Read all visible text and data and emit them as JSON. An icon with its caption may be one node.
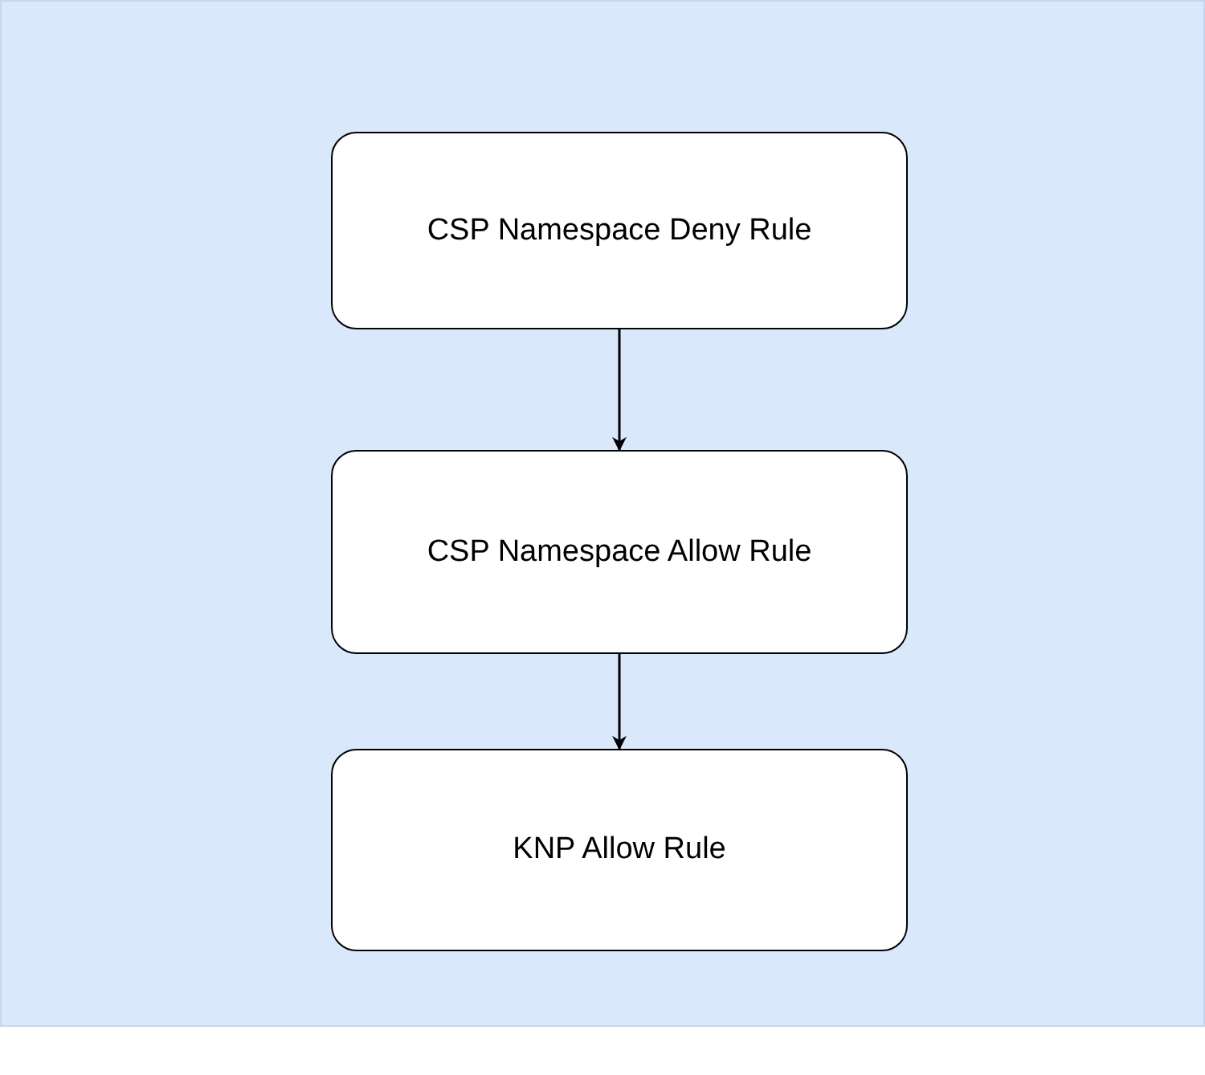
{
  "diagram": {
    "nodes": [
      {
        "text": [
          "CSP Namespace Deny Rule"
        ]
      },
      {
        "text": [
          "CSP Namespace Allow Rule"
        ]
      },
      {
        "text": [
          "KNP Allow Rule"
        ]
      }
    ],
    "edges": [
      {
        "from": 0,
        "to": 1,
        "arrow": "to"
      },
      {
        "from": 1,
        "to": 2,
        "arrow": "to"
      }
    ]
  }
}
